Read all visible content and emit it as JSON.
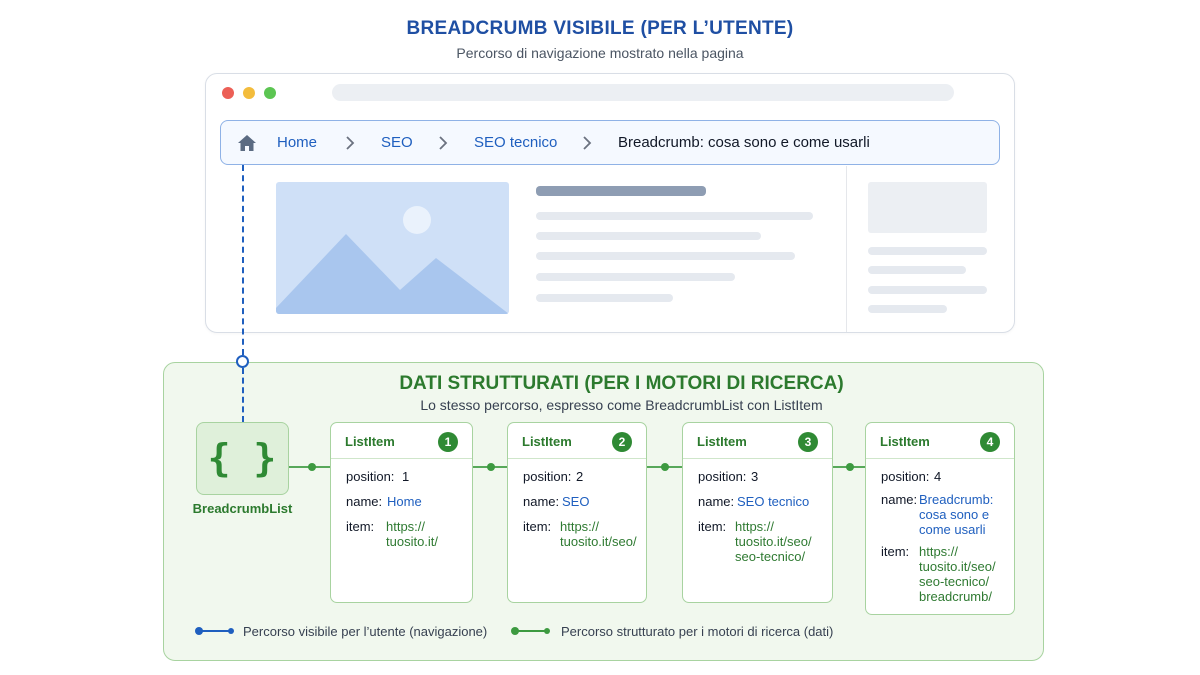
{
  "header": {
    "title": "BREADCRUMB VISIBILE (PER L’UTENTE)",
    "subtitle": "Percorso di navigazione mostrato nella pagina"
  },
  "breadcrumb": {
    "items": [
      "Home",
      "SEO",
      "SEO tecnico",
      "Breadcrumb: cosa sono e come usarli"
    ],
    "home_icon": "home-icon",
    "separator_icon": "chevron-right-icon"
  },
  "structured": {
    "title": "DATI STRUTTURATI  (PER I MOTORI DI RICERCA)",
    "subtitle": "Lo stesso percorso, espresso come BreadcrumbList con ListItem",
    "list_label": "BreadcrumbList",
    "list_icon": "{ }",
    "key_position": "position:",
    "key_name": "name:",
    "key_item": "item:",
    "cards": [
      {
        "title": "ListItem",
        "badge": "1",
        "position": "1",
        "name": [
          "Home"
        ],
        "item": [
          "https://",
          "tuosito.it/"
        ]
      },
      {
        "title": "ListItem",
        "badge": "2",
        "position": "2",
        "name": [
          "SEO"
        ],
        "item": [
          "https://",
          "tuosito.it/seo/"
        ]
      },
      {
        "title": "ListItem",
        "badge": "3",
        "position": "3",
        "name": [
          "SEO tecnico"
        ],
        "item": [
          "https://",
          "tuosito.it/seo/",
          "seo-tecnico/"
        ]
      },
      {
        "title": "ListItem",
        "badge": "4",
        "position": "4",
        "name": [
          "Breadcrumb:",
          "cosa sono e",
          "come usarli"
        ],
        "item": [
          "https://",
          "tuosito.it/seo/",
          "seo-tecnico/",
          "breadcrumb/"
        ]
      }
    ]
  },
  "legend": {
    "visible": "Percorso visibile per l’utente (navigazione)",
    "structured": "Percorso strutturato per i motori di ricerca (dati)"
  },
  "colors": {
    "blue": "#1f5fbf",
    "green": "#2f8a34",
    "panel_bg": "#f1f8ee"
  }
}
